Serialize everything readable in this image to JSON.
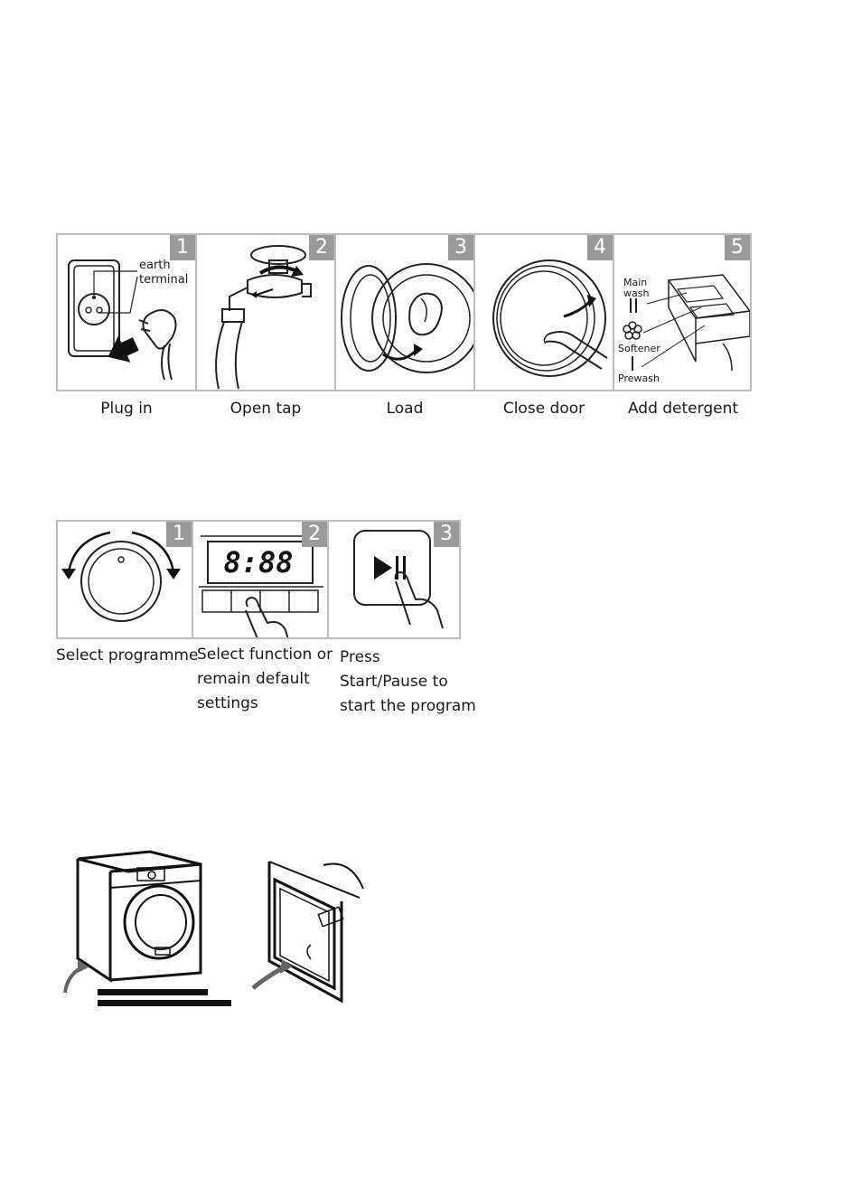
{
  "row1": {
    "steps": [
      {
        "number": "1",
        "caption": "Plug in",
        "labels": [
          "earth",
          "terminal"
        ]
      },
      {
        "number": "2",
        "caption": "Open tap"
      },
      {
        "number": "3",
        "caption": "Load"
      },
      {
        "number": "4",
        "caption": "Close door"
      },
      {
        "number": "5",
        "caption": "Add detergent",
        "labels": [
          "Main",
          "wash",
          "Softener",
          "Prewash"
        ]
      }
    ]
  },
  "row2": {
    "display_value": "8:88",
    "steps": [
      {
        "number": "1",
        "caption": "Select programme"
      },
      {
        "number": "2",
        "caption_lines": [
          "Select function or",
          "remain default",
          "settings"
        ]
      },
      {
        "number": "3",
        "caption_lines": [
          "Press",
          "Start/Pause to",
          "start the program"
        ]
      }
    ]
  }
}
